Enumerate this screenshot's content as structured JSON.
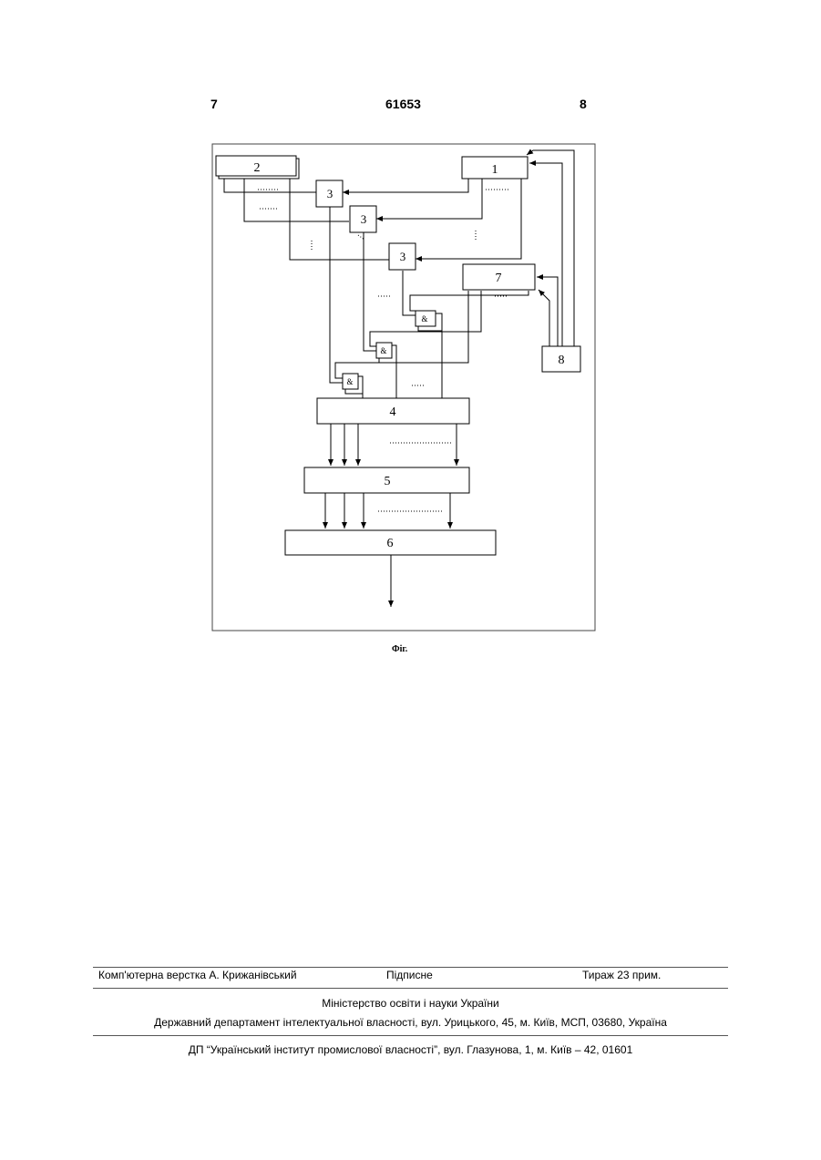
{
  "header": {
    "page_left": "7",
    "patent_number": "61653",
    "page_right": "8"
  },
  "figure": {
    "blocks": {
      "b1": "1",
      "b2": "2",
      "b3a": "3",
      "b3b": "3",
      "b3c": "3",
      "b4": "4",
      "b5": "5",
      "b6": "6",
      "b7": "7",
      "b8": "8",
      "and1": "&",
      "and2": "&",
      "and3": "&"
    },
    "caption": "Фіг."
  },
  "footer": {
    "typesetter": "Комп'ютерна верстка А. Крижанівський",
    "signed": "Підписне",
    "print_run": "Тираж 23 прим.",
    "ministry": "Міністерство освіти і науки України",
    "department": "Державний департамент інтелектуальної власності, вул. Урицького, 45, м. Київ, МСП, 03680, Україна",
    "institute": "ДП “Український інститут промислової власності”, вул. Глазунова, 1, м. Київ – 42, 01601"
  }
}
